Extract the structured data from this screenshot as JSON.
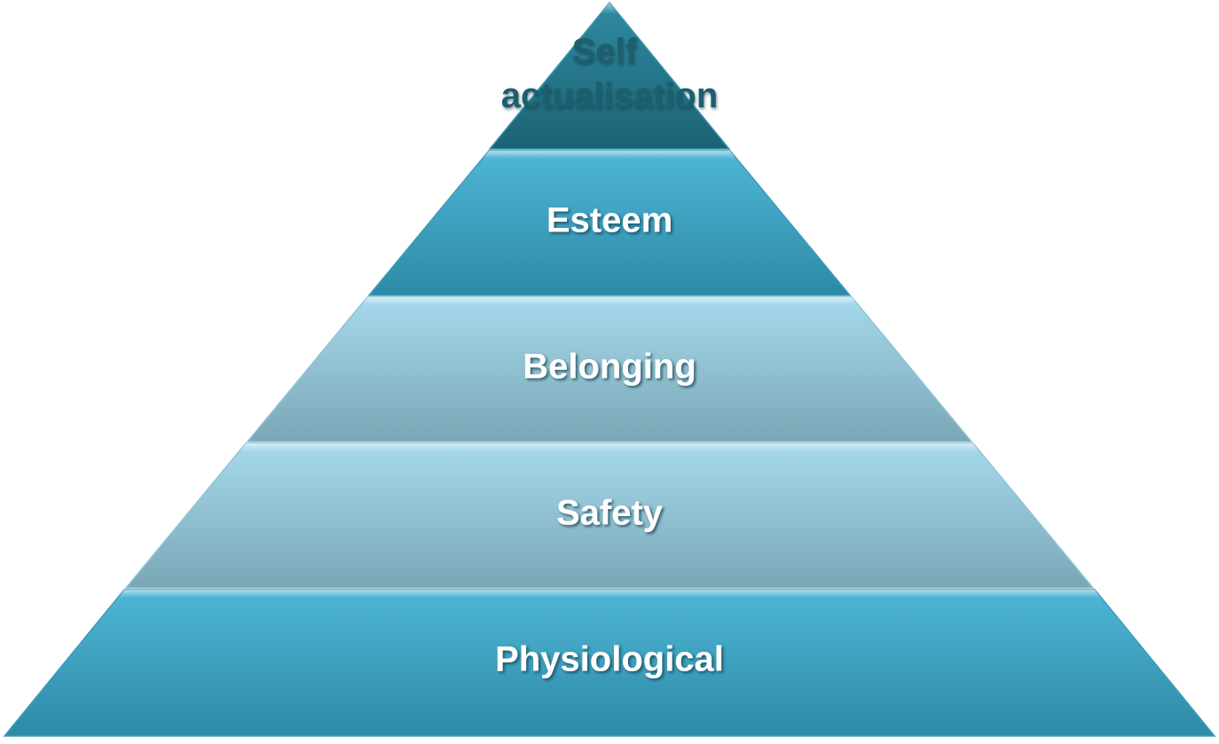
{
  "tiers": [
    {
      "label_lines": [
        "Self",
        "actualisation"
      ],
      "fill": "dark-teal"
    },
    {
      "label_lines": [
        "Esteem"
      ],
      "fill": "teal"
    },
    {
      "label_lines": [
        "Belonging"
      ],
      "fill": "light"
    },
    {
      "label_lines": [
        "Safety"
      ],
      "fill": "light"
    },
    {
      "label_lines": [
        "Physiological"
      ],
      "fill": "teal"
    }
  ],
  "colors": {
    "dark_teal_top": "#2e8aa0",
    "dark_teal_bottom": "#1c6275",
    "teal_top": "#4fb6d6",
    "teal_bottom": "#2d8aa6",
    "light_top": "#a6d9ec",
    "light_bottom": "#7aa7b6",
    "label_light": "#ffffff",
    "label_dark": "#1d5e6e"
  }
}
